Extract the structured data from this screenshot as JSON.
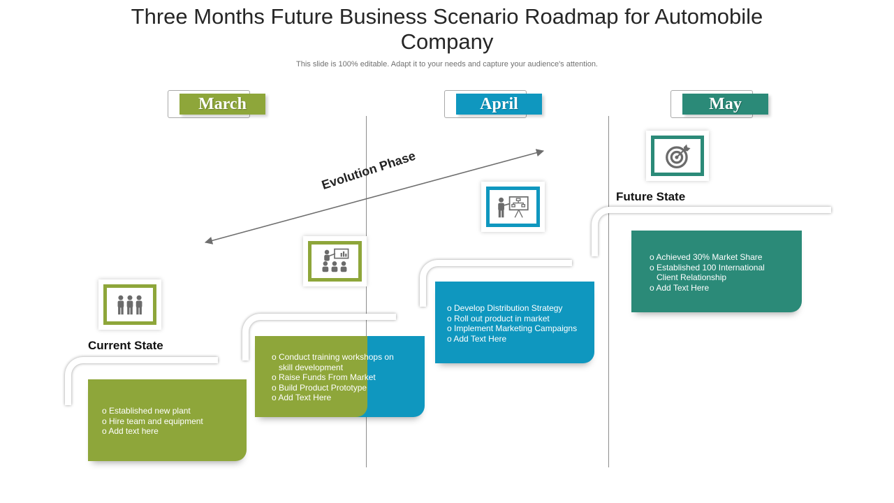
{
  "title": "Three Months Future Business Scenario Roadmap for Automobile Company",
  "subtitle": "This slide is 100% editable. Adapt it to your needs and capture your audience's attention.",
  "colors": {
    "green": "#8ea63a",
    "blue": "#0f97bf",
    "teal": "#2b8a78",
    "icon_gray": "#6b6b6b"
  },
  "months": [
    {
      "label": "March",
      "color": "#8ea63a"
    },
    {
      "label": "April",
      "color": "#0f97bf"
    },
    {
      "label": "May",
      "color": "#2b8a78"
    }
  ],
  "phase_label": "Evolution Phase",
  "states": {
    "current": "Current State",
    "future": "Future State"
  },
  "icons": [
    {
      "name": "team-icon",
      "color": "#8ea63a"
    },
    {
      "name": "training-icon",
      "color": "#8ea63a"
    },
    {
      "name": "presentation-icon",
      "color": "#0f97bf"
    },
    {
      "name": "target-icon",
      "color": "#2b8a78"
    }
  ],
  "cards": [
    {
      "color": "#8ea63a",
      "items": [
        "Established new plant",
        "Hire team and equipment",
        "Add text here"
      ]
    },
    {
      "color": "#8ea63a",
      "accent": "#0f97bf",
      "items": [
        "Conduct training workshops on skill development",
        "Raise Funds From Market",
        "Build Product Prototype",
        "Add Text Here"
      ]
    },
    {
      "color": "#0f97bf",
      "items": [
        "Develop Distribution Strategy",
        "Roll out product in market",
        "Implement Marketing Campaigns",
        "Add Text Here"
      ]
    },
    {
      "color": "#2b8a78",
      "items": [
        "Achieved 30% Market Share",
        "Established 100 International Client Relationship",
        "Add Text Here"
      ]
    }
  ]
}
